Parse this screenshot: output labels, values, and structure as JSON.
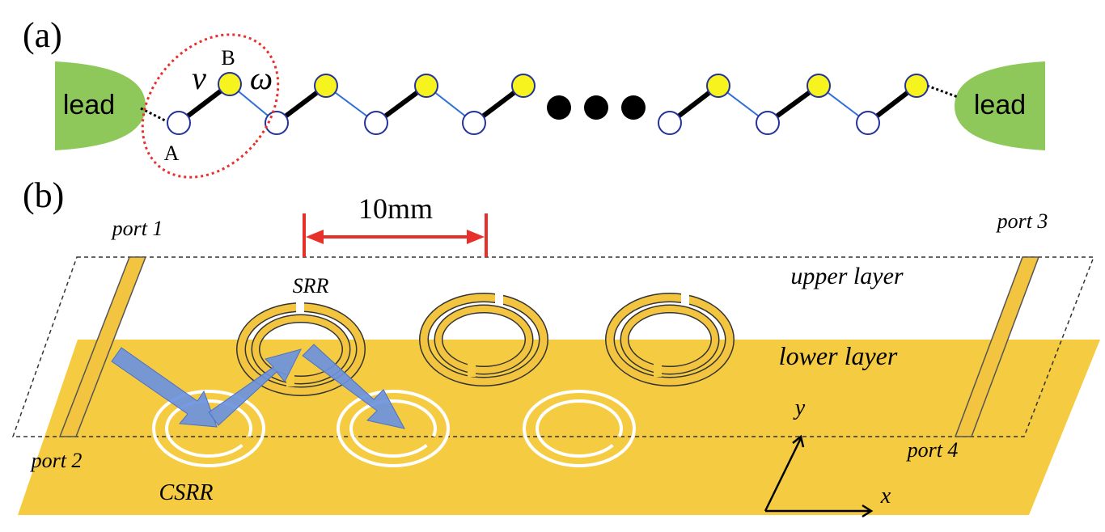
{
  "panel_a": {
    "label": "(a)",
    "lead_left": "lead",
    "lead_right": "lead",
    "site_a": "A",
    "site_b": "B",
    "coupling_intra": "ν",
    "coupling_inter": "ω",
    "site_a_color": "#ffffff",
    "site_b_color": "#f7f31e",
    "intra_bond_color": "#000000",
    "inter_bond_color": "#2f6fd8",
    "lead_color": "#8ec85a",
    "unit_cell_outline_color": "#e8302b"
  },
  "panel_b": {
    "label": "(b)",
    "scale_label": "10mm",
    "port_1": "port 1",
    "port_2": "port 2",
    "port_3": "port 3",
    "port_4": "port 4",
    "srr_label": "SRR",
    "csrr_label": "CSRR",
    "upper_layer_label": "upper layer",
    "lower_layer_label": "lower layer",
    "axis_x": "x",
    "axis_y": "y",
    "substrate_color": "#f5cb42",
    "strip_color": "#f2c440",
    "arrow_color": "#6b93e0",
    "scale_bar_color": "#e8302b"
  }
}
